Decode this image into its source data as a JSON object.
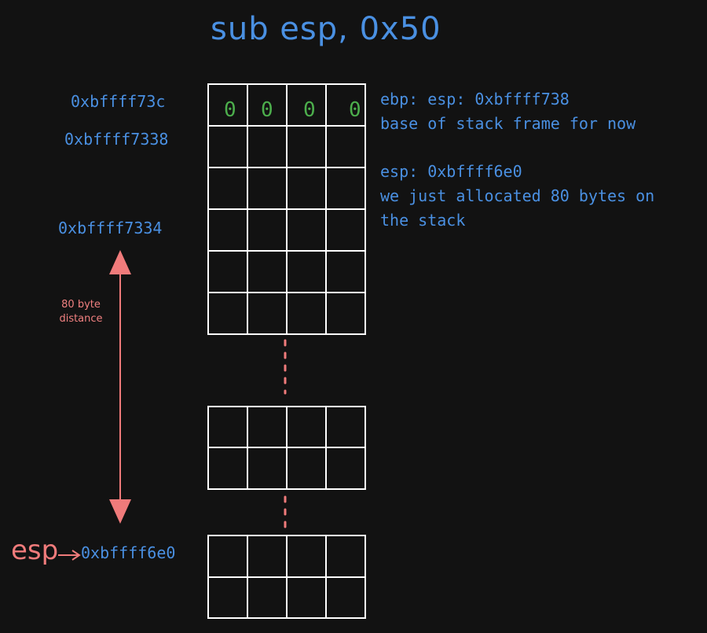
{
  "title": "sub esp, 0x50",
  "addresses": {
    "top": "0xbffff73c",
    "row2": "0xbffff7338",
    "row4": "0xbffff7334",
    "bottom": "0xbffff6e0"
  },
  "top_row_values": [
    "0",
    "0",
    "0",
    "0"
  ],
  "notes": {
    "ebp_line1": "ebp: esp: 0xbffff738",
    "ebp_line2": "base of stack frame for now",
    "esp_line1": "esp: 0xbffff6e0",
    "esp_line2": "we just allocated 80 bytes on",
    "esp_line3": "the stack"
  },
  "distance": {
    "line1": "80 byte",
    "line2": "distance"
  },
  "esp_label": "esp",
  "colors": {
    "blue": "#4a90e2",
    "red": "#f07b7b",
    "green": "#4cae4c",
    "grid": "#ffffff",
    "background": "#121212"
  }
}
